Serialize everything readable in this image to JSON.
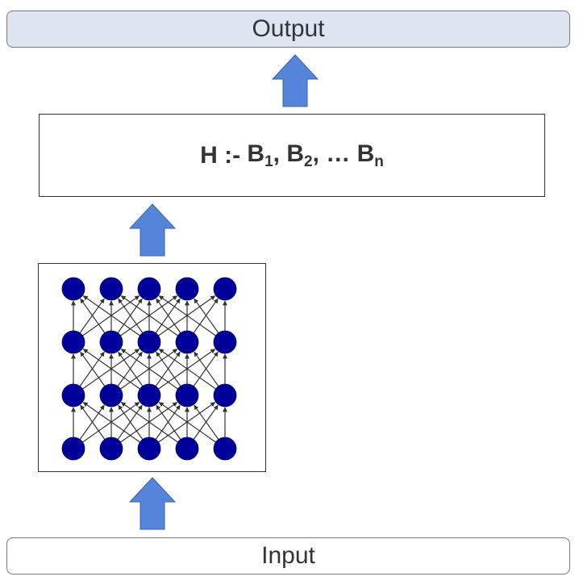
{
  "output": {
    "label": "Output"
  },
  "input": {
    "label": "Input"
  },
  "rule": {
    "head": "H :- ",
    "body": [
      {
        "name": "B",
        "sub": "1",
        "sep": ", "
      },
      {
        "name": "B",
        "sub": "2",
        "sep": ", … "
      },
      {
        "name": "B",
        "sub": "n",
        "sep": ""
      }
    ]
  },
  "network": {
    "layers": 4,
    "nodes_per_layer": 5,
    "node_color": "#00009a",
    "edge_color": "#333333"
  },
  "colors": {
    "output_fill": "#dde4f2",
    "arrow_fill": "#5585db",
    "arrow_stroke": "#3a62a8"
  }
}
